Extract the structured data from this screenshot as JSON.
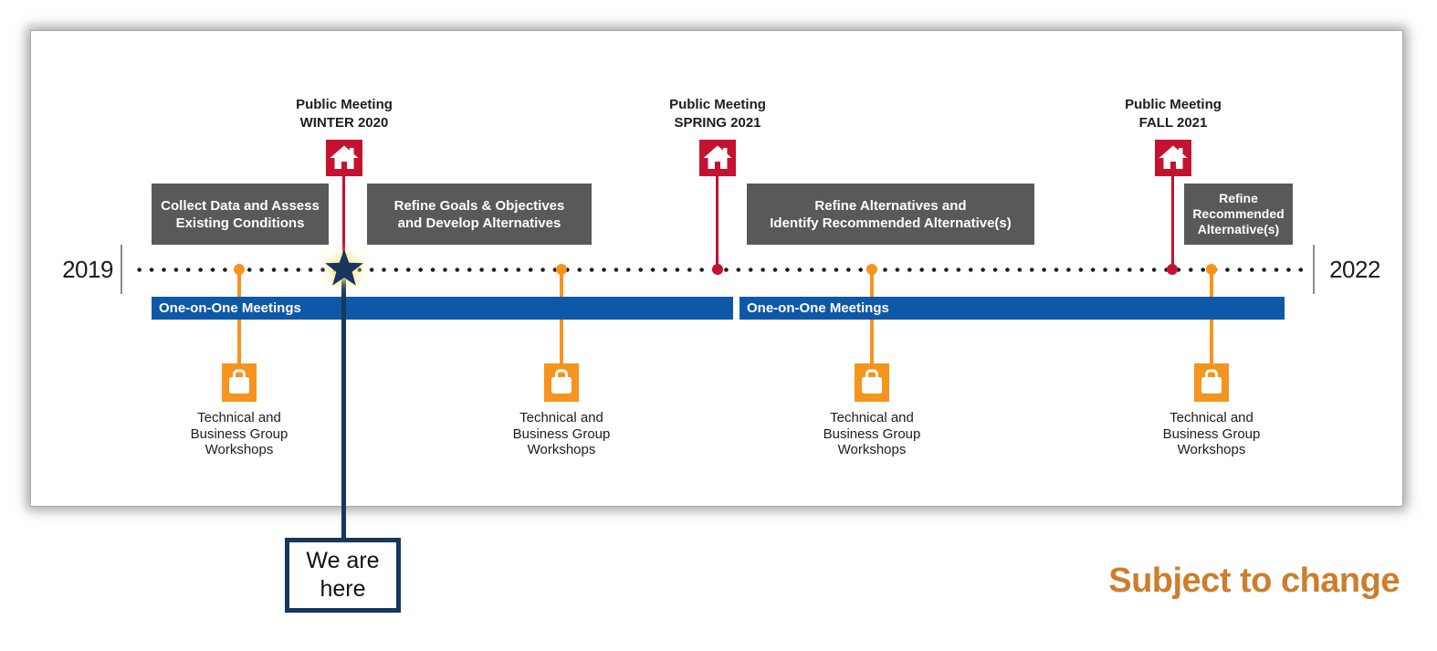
{
  "palette": {
    "red": "#C51230",
    "orange": "#F7941D",
    "bar_blue": "#0E58A8",
    "navy": "#17375E",
    "phase_gray": "#595959",
    "footnote_orange": "#CE7D2B"
  },
  "timeline": {
    "start_year": "2019",
    "end_year": "2022"
  },
  "meetings": [
    {
      "title": "Public Meeting",
      "date": "WINTER 2020"
    },
    {
      "title": "Public Meeting",
      "date": "SPRING 2021"
    },
    {
      "title": "Public Meeting",
      "date": "FALL 2021"
    }
  ],
  "phases": [
    {
      "label": "Collect Data and Assess\nExisting Conditions"
    },
    {
      "label": "Refine Goals & Objectives\nand Develop Alternatives"
    },
    {
      "label": "Refine Alternatives and\nIdentify Recommended Alternative(s)"
    },
    {
      "label": "Refine\nRecommended\nAlternative(s)"
    }
  ],
  "one_on_one": [
    {
      "label": "One-on-One Meetings"
    },
    {
      "label": "One-on-One Meetings"
    }
  ],
  "workshops": [
    {
      "label": "Technical and\nBusiness Group\nWorkshops"
    },
    {
      "label": "Technical and\nBusiness Group\nWorkshops"
    },
    {
      "label": "Technical and\nBusiness Group\nWorkshops"
    },
    {
      "label": "Technical and\nBusiness Group\nWorkshops"
    }
  ],
  "marker": {
    "label": "We are\nhere"
  },
  "footnote": "Subject to change"
}
